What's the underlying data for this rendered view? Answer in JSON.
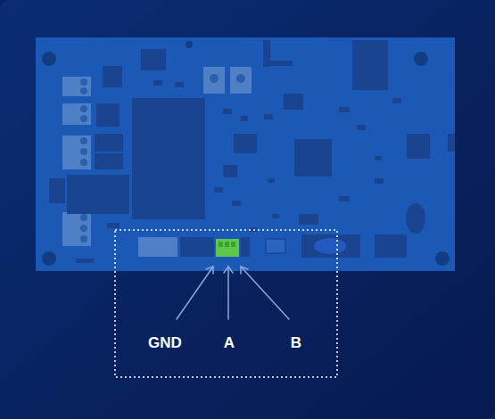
{
  "diagram": {
    "labels": [
      "GND",
      "A",
      "B"
    ]
  }
}
